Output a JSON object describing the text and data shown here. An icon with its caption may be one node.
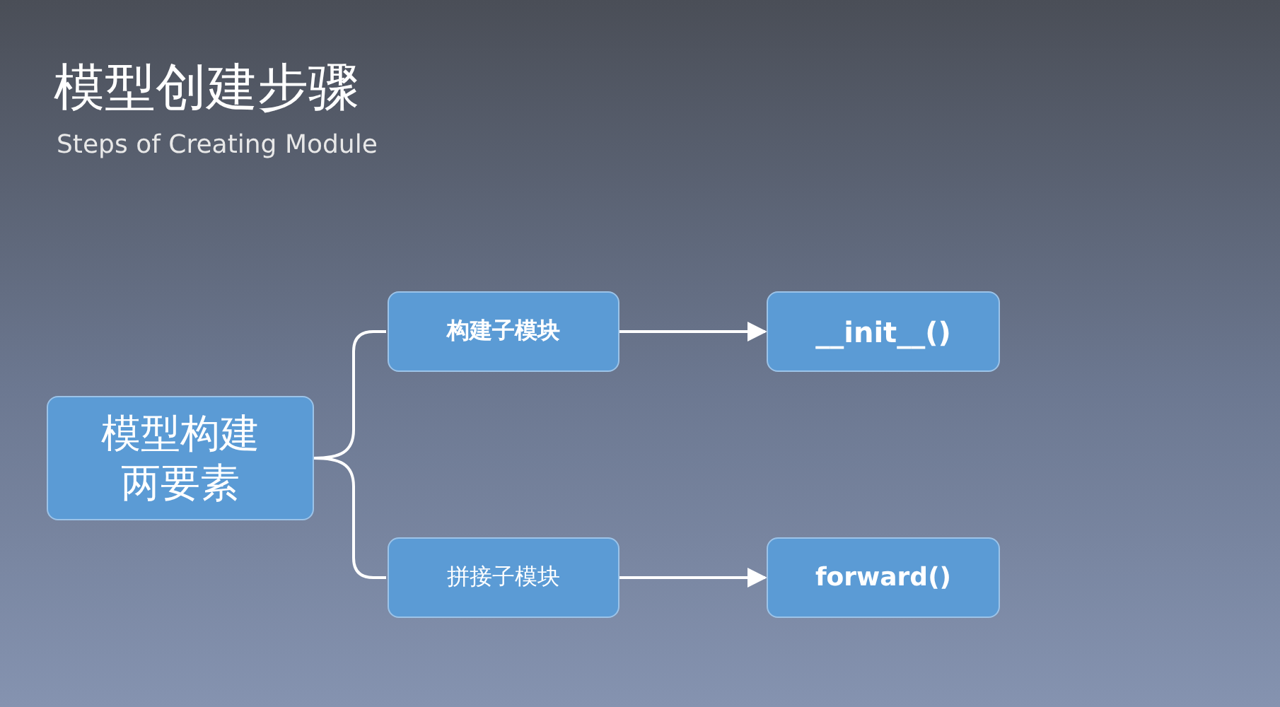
{
  "diagram": {
    "title": "模型创建步骤",
    "nodes": [
      {
        "text": [
          "模型构建两要素"
        ]
      },
      {
        "text": [
          "构建子模块"
        ]
      },
      {
        "text": [
          "__init__()"
        ]
      },
      {
        "text": [
          "拼接子模块"
        ]
      },
      {
        "text": [
          "forward()"
        ]
      }
    ],
    "edges": [
      {
        "from": 0,
        "to": 1,
        "arrow": "none"
      },
      {
        "from": 0,
        "to": 3,
        "arrow": "none"
      },
      {
        "from": 1,
        "to": 2,
        "arrow": "to"
      },
      {
        "from": 3,
        "to": 4,
        "arrow": "to"
      }
    ],
    "labels": [
      "Steps of Creating Module"
    ]
  }
}
